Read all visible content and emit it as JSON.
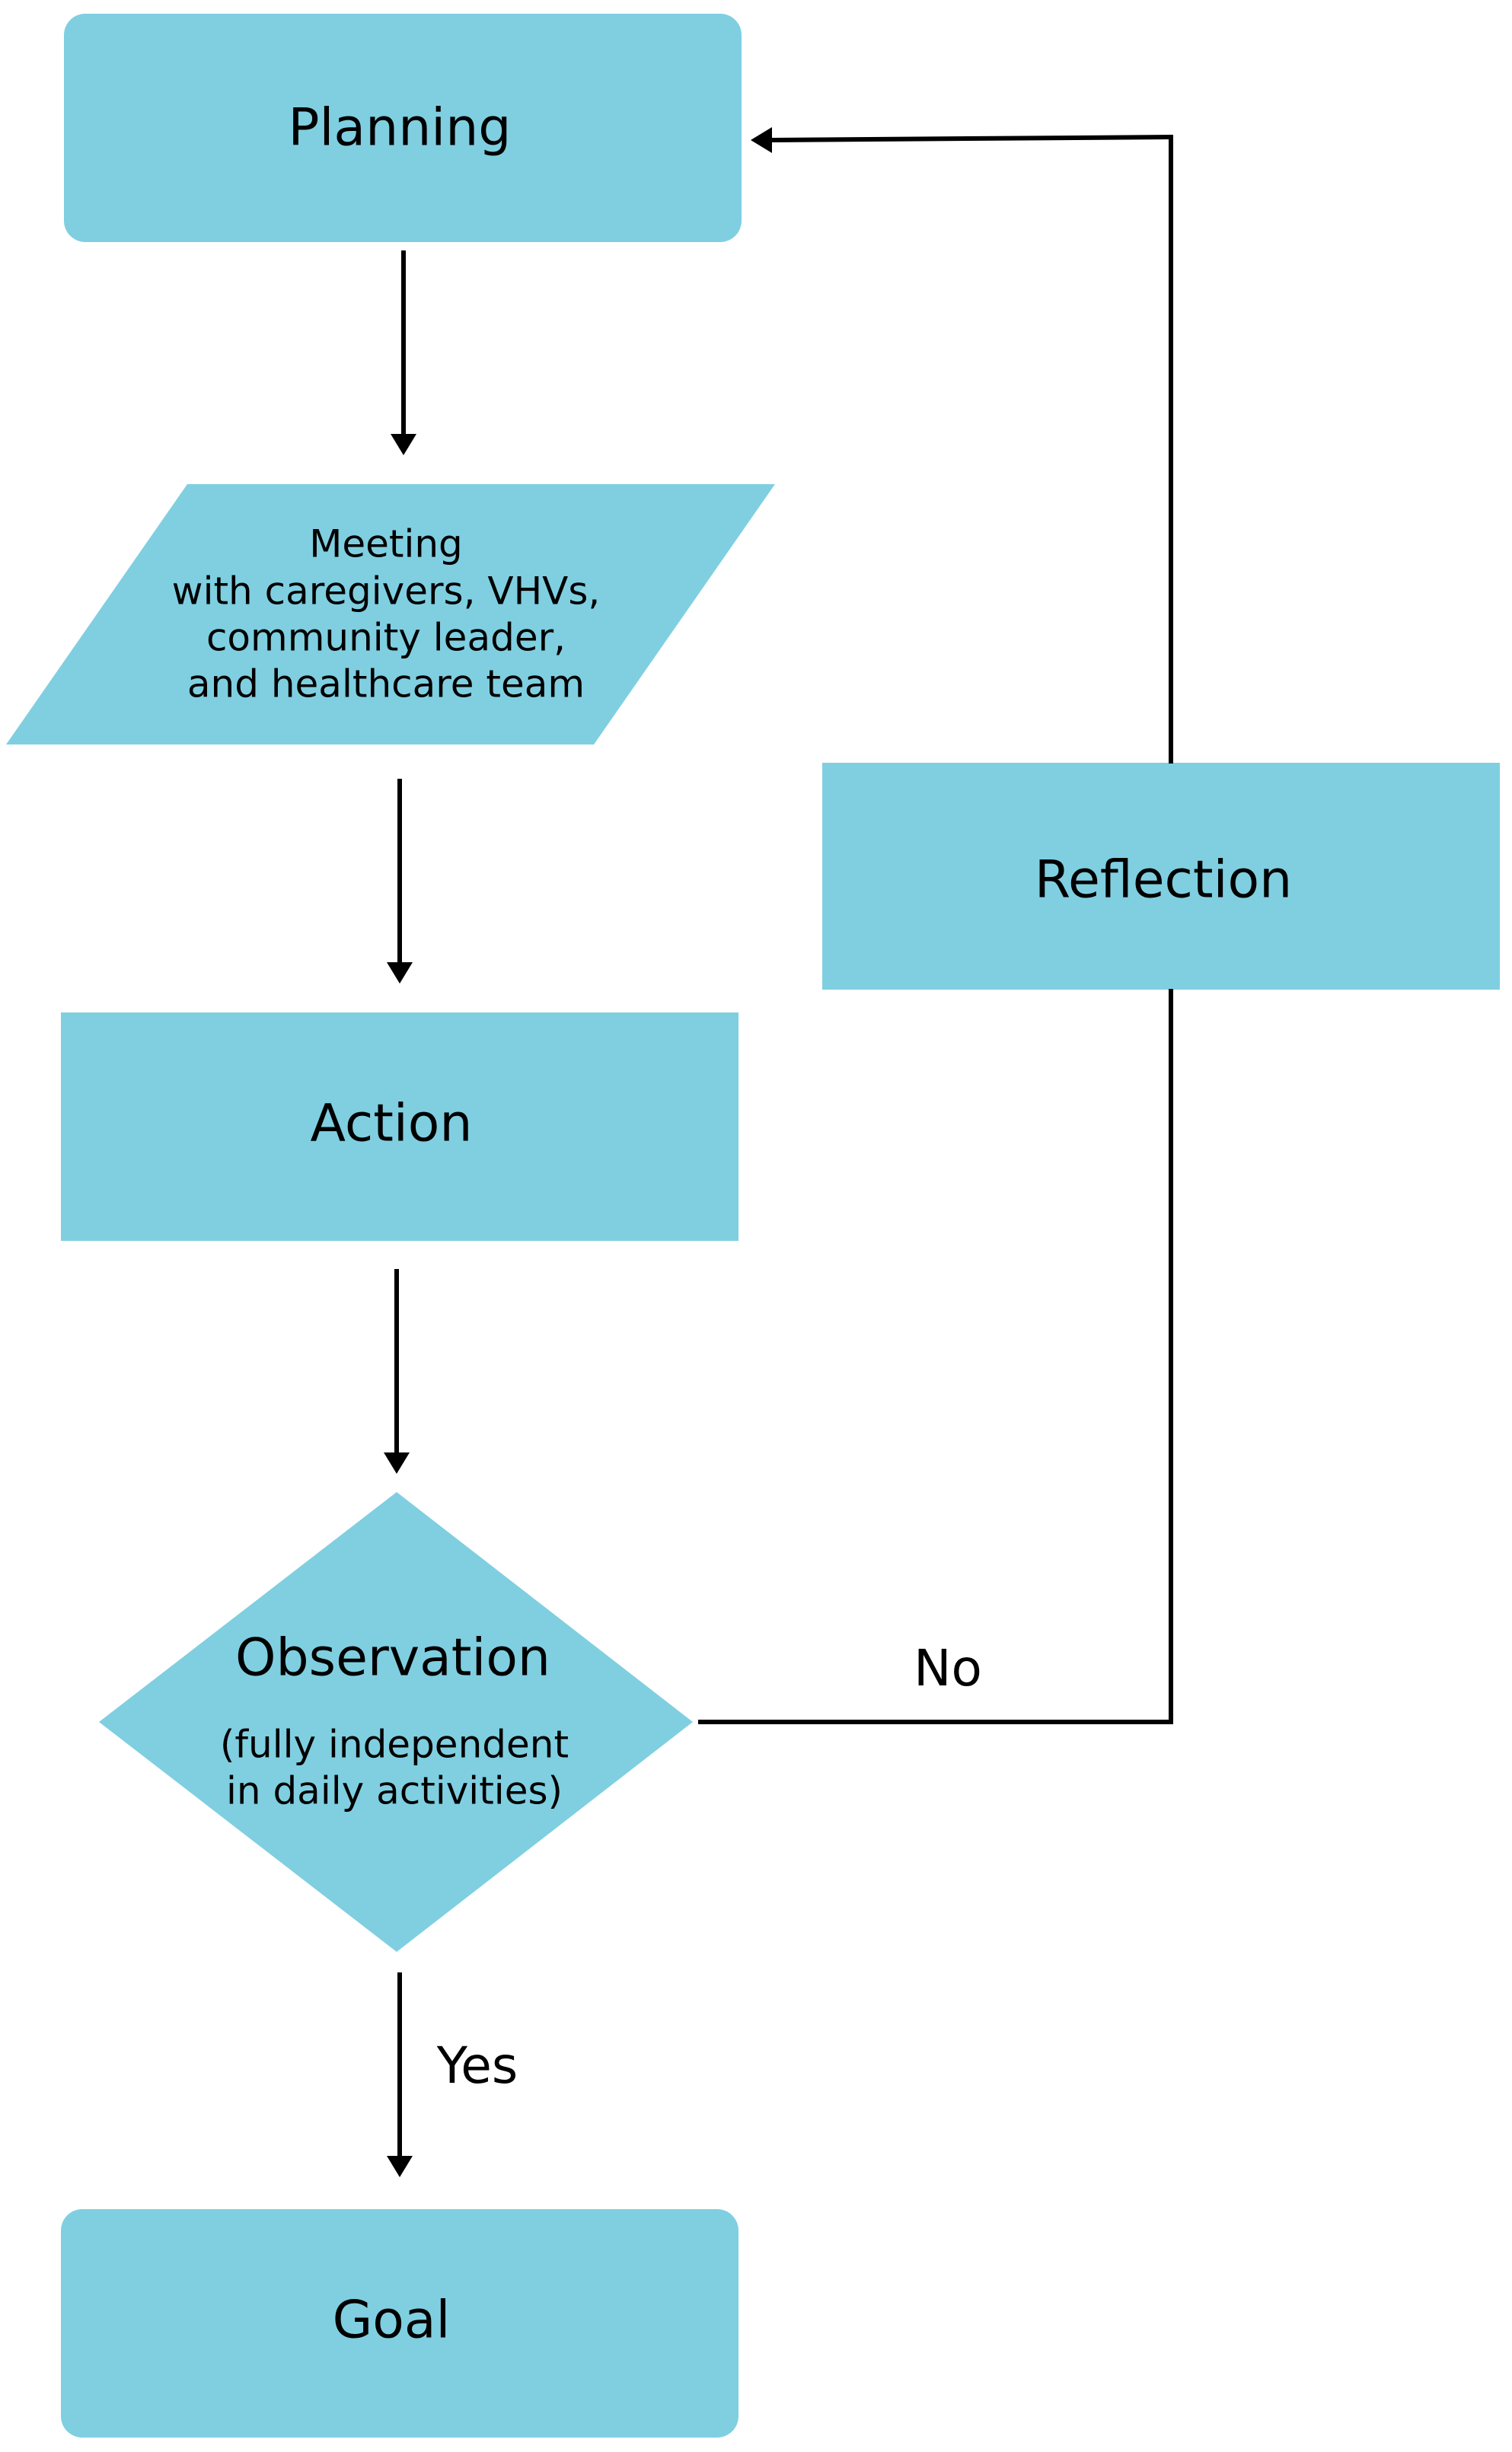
{
  "nodes": {
    "planning": {
      "label": "Planning"
    },
    "meeting": {
      "lines": [
        "Meeting",
        "with caregivers, VHVs,",
        "community leader,",
        "and healthcare team"
      ]
    },
    "action": {
      "label": "Action"
    },
    "observation": {
      "label": "Observation",
      "lines": [
        "(fully independent",
        "in daily activities)"
      ]
    },
    "goal": {
      "label": "Goal"
    },
    "reflection": {
      "label": "Reflection"
    }
  },
  "edges": {
    "no_label": "No",
    "yes_label": "Yes"
  },
  "colors": {
    "node_fill": "#7fcfe1",
    "line": "#000000"
  }
}
